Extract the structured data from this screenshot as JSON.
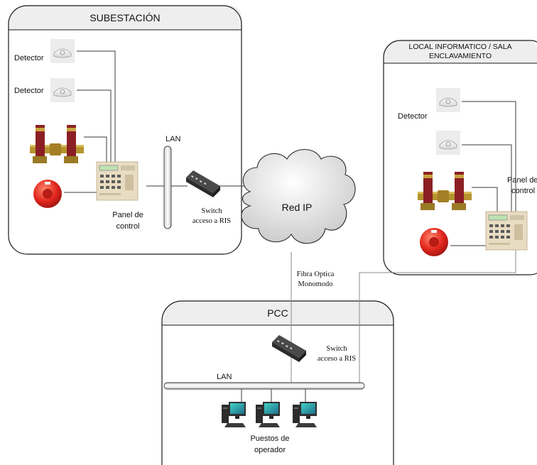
{
  "areas": {
    "subestacion": {
      "title": "SUBESTACIÓN",
      "detector_1": "Detector",
      "detector_2": "Detector",
      "panel_line1": "Panel de",
      "panel_line2": "control",
      "lan": "LAN",
      "switch_line1": "Switch",
      "switch_line2": "acceso a RIS"
    },
    "local_informatico": {
      "title_line1": "LOCAL INFORMATICO / SALA",
      "title_line2": "ENCLAVAMIENTO",
      "detector": "Detector",
      "panel_line1": "Panel de",
      "panel_line2": "control"
    },
    "pcc": {
      "title": "PCC",
      "lan": "LAN",
      "switch_line1": "Switch",
      "switch_line2": "acceso a RIS",
      "operators_line1": "Puestos de",
      "operators_line2": "operador"
    }
  },
  "network": {
    "cloud": "Red IP",
    "fiber_line1": "Fibra Optica",
    "fiber_line2": "Monomodo"
  },
  "colors": {
    "box_stroke": "#1a1a1a",
    "header_fill": "#eeeeee",
    "bell_red": "#e2261d",
    "pipe_red": "#8b1f24",
    "pipe_gold": "#b5932e",
    "panel_beige": "#e8dcc2",
    "fiber_line": "#8a8a8a"
  }
}
